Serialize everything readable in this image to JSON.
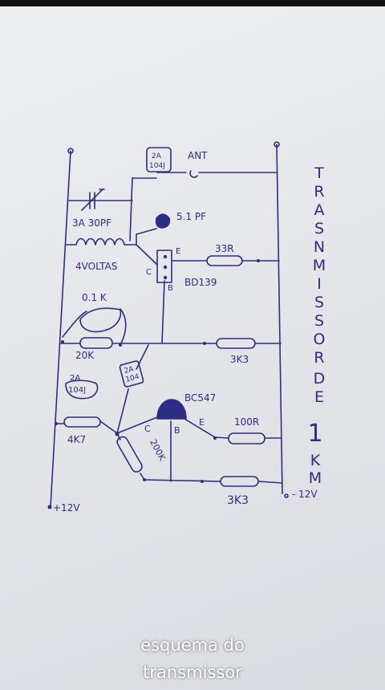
{
  "caption": {
    "line1": "esquema do",
    "line2": "transmissor"
  },
  "title_vertical": {
    "word1": [
      "T",
      "R",
      "A",
      "S",
      "N",
      "M",
      "I",
      "S",
      "S",
      "O",
      "R"
    ],
    "word2": [
      "D",
      "E"
    ],
    "number": "1",
    "unit": [
      "K",
      "M"
    ]
  },
  "labels": {
    "cap_top": "2A\n104J",
    "ant": "ANT",
    "trimmer": "3A 30PF",
    "cap_5p1": "5.1 PF",
    "coil": "4VOLTAS",
    "pin_e": "E",
    "pin_c": "C",
    "pin_b": "B",
    "res_33r": "33R",
    "bd139": "BD139",
    "cap_01k": "0.1 K",
    "res_20k": "20K",
    "res_3k3_top": "3K3",
    "cap_104j_mid": "2A\n104J",
    "cap_2a_104": "2A\n104",
    "bc547": "BC547",
    "pin_c2": "C",
    "pin_e2": "E",
    "pin_b2": "B",
    "res_100r": "100R",
    "res_4k7": "4K7",
    "res_200k": "200K",
    "res_3k3_bottom": "3K3",
    "plus12": "+12V",
    "minus12": "- 12V"
  },
  "colors": {
    "ink": "#2e2d84",
    "paper": "#e6e8ec"
  }
}
